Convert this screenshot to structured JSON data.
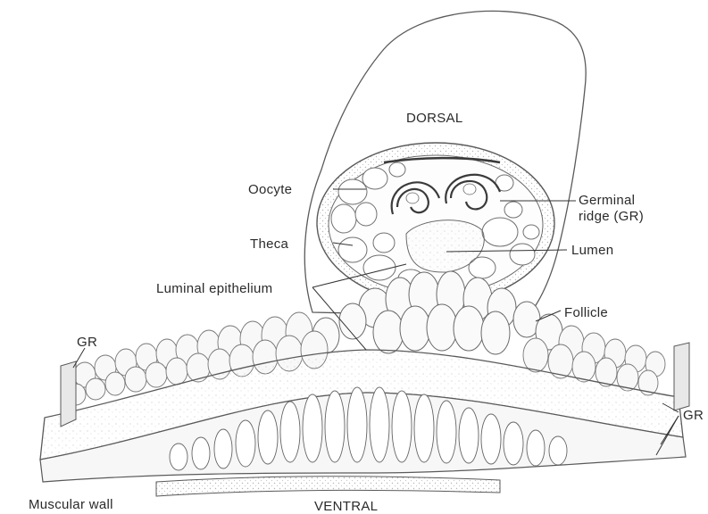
{
  "labels": {
    "dorsal": "DORSAL",
    "ventral": "VENTRAL",
    "oocyte": "Oocyte",
    "theca": "Theca",
    "luminal_epithelium": "Luminal epithelium",
    "germinal_ridge_line1": "Germinal",
    "germinal_ridge_line2": "ridge (GR)",
    "lumen": "Lumen",
    "follicle": "Follicle",
    "gr_left": "GR",
    "gr_right": "GR",
    "muscular_wall": "Muscular wall"
  },
  "colors": {
    "line": "#5a5a5a",
    "text": "#2a2a2a",
    "shade": "#d9d9d9",
    "background": "#ffffff"
  }
}
